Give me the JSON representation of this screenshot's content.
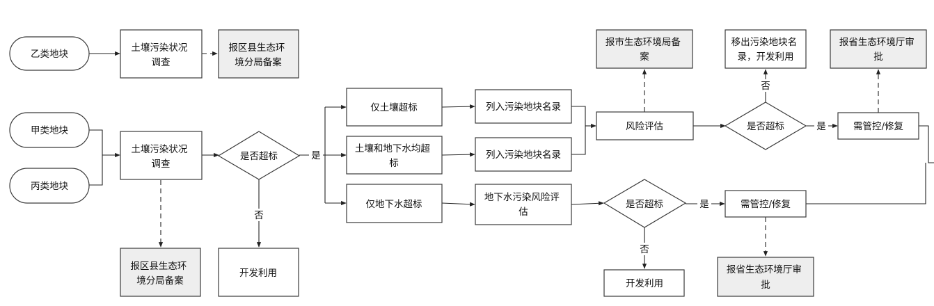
{
  "nodes": {
    "yilei": {
      "text": "乙类地块"
    },
    "jialei": {
      "text": "甲类地块"
    },
    "binglei": {
      "text": "丙类地块"
    },
    "survey_top": {
      "text": "土壤污染状况调查"
    },
    "report_top": {
      "text": "报区县生态环境分局备案"
    },
    "survey_mid": {
      "text": "土壤污染状况调查"
    },
    "decision1": {
      "text": "是否超标"
    },
    "report_bot": {
      "text": "报区县生态环境分局备案"
    },
    "develop1": {
      "text": "开发利用"
    },
    "soil_only": {
      "text": "仅土壤超标"
    },
    "soil_water": {
      "text": "土壤和地下水均超标"
    },
    "water_only": {
      "text": "仅地下水超标"
    },
    "list1": {
      "text": "列入污染地块名录"
    },
    "list2": {
      "text": "列入污染地块名录"
    },
    "gw_risk": {
      "text": "地下水污染风险评估"
    },
    "risk_assess": {
      "text": "风险评估"
    },
    "report_city": {
      "text": "报市生态环境局备案"
    },
    "decision2": {
      "text": "是否超标"
    },
    "remove_list": {
      "text": "移出污染地块名录，开发利用"
    },
    "control1": {
      "text": "需管控/修复"
    },
    "report_prov1": {
      "text": "报省生态环境厅审批"
    },
    "decision3": {
      "text": "是否超标"
    },
    "develop2": {
      "text": "开发利用"
    },
    "control2": {
      "text": "需管控/修复"
    },
    "report_prov2": {
      "text": "报省生态环境厅审批"
    }
  },
  "edge_labels": {
    "yes1": "是",
    "no1": "否",
    "no2": "否",
    "yes2": "是",
    "yes3": "是",
    "no3": "否"
  }
}
